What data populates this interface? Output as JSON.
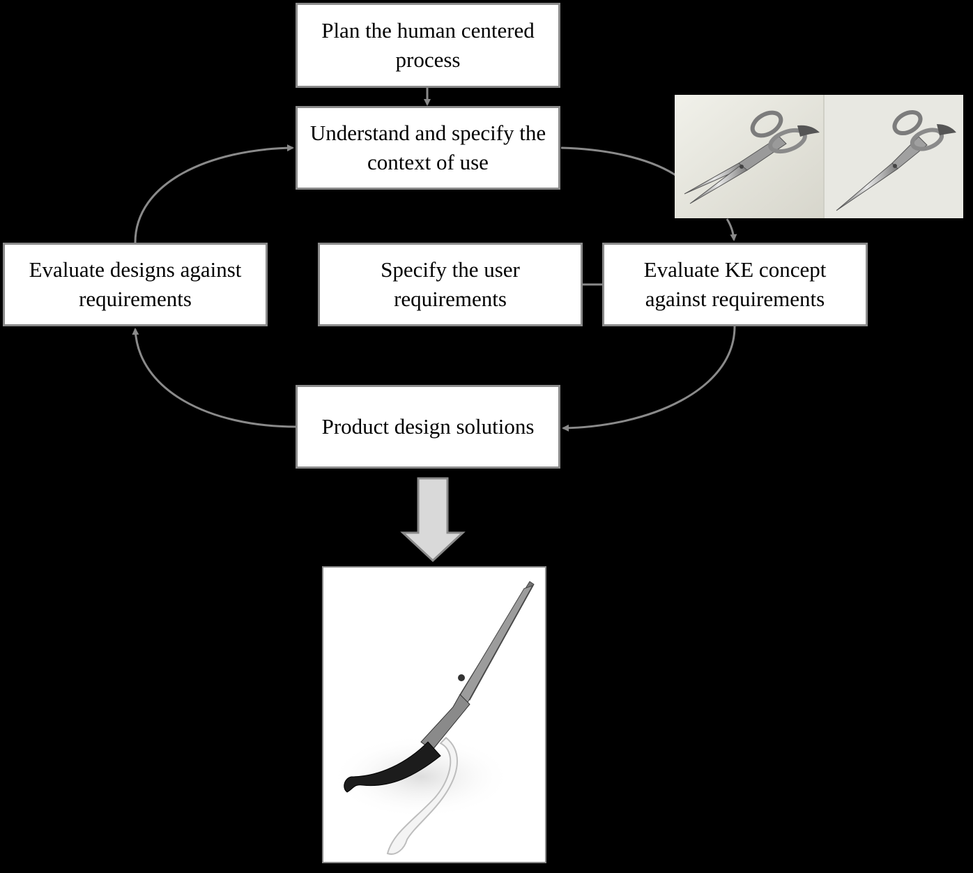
{
  "diagram": {
    "boxes": {
      "plan": "Plan the human centered process",
      "understand": "Understand and specify the context of use",
      "evaluate_designs": "Evaluate designs against requirements",
      "specify_user": "Specify the user requirements",
      "evaluate_ke": "Evaluate KE concept against requirements",
      "product_solutions": "Product design solutions"
    },
    "images": {
      "concept_renders": "scissors-concept-renders",
      "final_product": "scissors-final-product-render"
    },
    "colors": {
      "background": "#000000",
      "box_fill": "#ffffff",
      "box_border": "#8a8a8a",
      "connector": "#8a8a8a",
      "big_arrow_fill": "#d9d9d9"
    }
  }
}
